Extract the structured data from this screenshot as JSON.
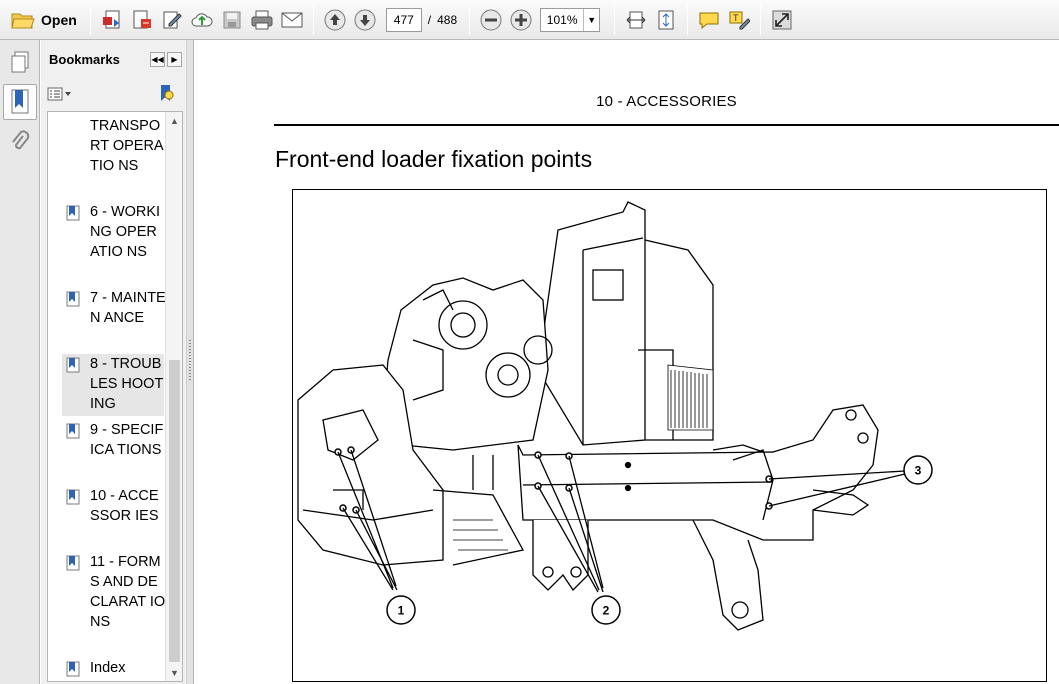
{
  "toolbar": {
    "open_label": "Open",
    "current_page": "477",
    "page_separator": "/",
    "total_pages": "488",
    "zoom": "101%",
    "icons": [
      "folder-open-icon",
      "create-pdf-icon",
      "export-pdf-icon",
      "edit-icon",
      "upload-cloud-icon",
      "save-icon",
      "print-icon",
      "email-icon",
      "page-up-icon",
      "page-down-icon",
      "zoom-out-icon",
      "zoom-in-icon",
      "fit-page-icon",
      "fit-width-icon",
      "comment-icon",
      "highlight-icon",
      "fullscreen-icon"
    ]
  },
  "bookmarks": {
    "title": "Bookmarks",
    "items": [
      {
        "label": "TRANSPORT OPERATIONS",
        "wrapped": "TRANSPO RT OPERATIO NS",
        "partial": true
      },
      {
        "label": "6 - WORKING OPERATIONS",
        "wrapped": "6 - WORKING OPERATIO NS"
      },
      {
        "label": "7 - MAINTENANCE",
        "wrapped": "7 - MAINTEN ANCE"
      },
      {
        "label": "8 - TROUBLESHOOTING",
        "wrapped": "8 - TROUBLES HOOTING",
        "selected": true
      },
      {
        "label": "9 - SPECIFICATIONS",
        "wrapped": "9 - SPECIFICA TIONS"
      },
      {
        "label": "10 - ACCESSORIES",
        "wrapped": "10 - ACCESSOR IES"
      },
      {
        "label": "11 - FORMS AND DECLARATIONS",
        "wrapped": "11 - FORMS AND DECLARAT IONS"
      },
      {
        "label": "Index",
        "wrapped": "Index"
      }
    ]
  },
  "document": {
    "section_header": "10 - ACCESSORIES",
    "title": "Front-end loader fixation points",
    "callouts": [
      "1",
      "2",
      "3"
    ]
  }
}
